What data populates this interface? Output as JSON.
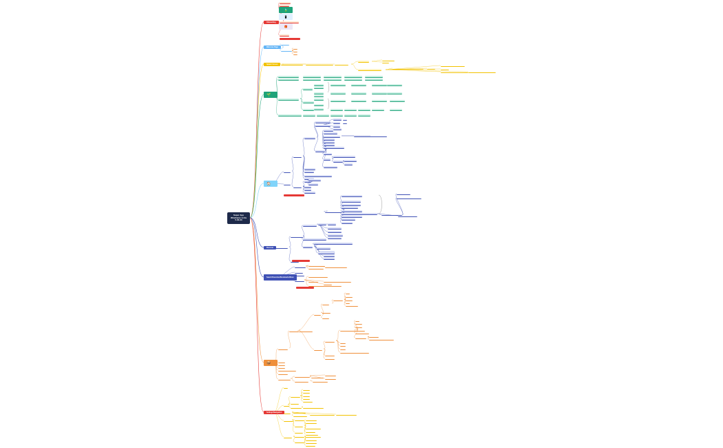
{
  "root": {
    "line1": "Super App",
    "line2": "Wireframe v1.0a",
    "line3": "5-30-23"
  },
  "branches": [
    {
      "id": "b1",
      "label": "Onboarding",
      "color": "#e53935"
    },
    {
      "id": "b2",
      "label": "Welcome Page",
      "color": "#64b5f6"
    },
    {
      "id": "b3",
      "label": "Splash Screen",
      "color": "#f2c200"
    },
    {
      "id": "b4",
      "label": "",
      "color": "#1fa37a"
    },
    {
      "id": "b5",
      "label": "Home",
      "color": "#81d4fa"
    },
    {
      "id": "b6",
      "label": "Discover",
      "color": "#3f51b5"
    },
    {
      "id": "b7",
      "label": "Search/Favorites/Bookmarks/Store",
      "color": "#3f51b5"
    },
    {
      "id": "b8",
      "label": "",
      "color": "#ef8f3a"
    },
    {
      "id": "b9",
      "label": "Settings/Navigation",
      "color": "#e53935"
    }
  ],
  "colors": {
    "red": "#e53935",
    "blue": "#64b5f6",
    "yellow": "#f2c200",
    "green": "#1fa37a",
    "cyan": "#81d4fa",
    "indigo": "#3f51b5",
    "orange": "#ef8f3a",
    "lilac": "#d7dcf5",
    "teal": "#c9efe3",
    "peach": "#fde3cc",
    "lemon": "#fff4c2"
  }
}
